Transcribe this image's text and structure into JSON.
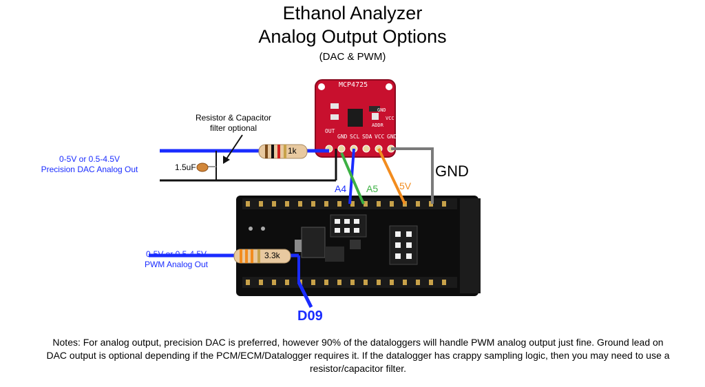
{
  "title": {
    "line1": "Ethanol Analyzer",
    "line2": "Analog Output Options",
    "line3": "(DAC & PWM)"
  },
  "dac_module": {
    "name": "MCP4725",
    "pins": [
      "OUT",
      "GND",
      "SCL",
      "SDA",
      "VCC",
      "GND"
    ],
    "side_labels": [
      "GND",
      "ADDR",
      "VCC"
    ],
    "color": "#c8102e"
  },
  "labels": {
    "filter_note_line1": "Resistor & Capacitor",
    "filter_note_line2": "filter optional",
    "resistor_dac": "1k",
    "capacitor": "1.5uF",
    "dac_out_line1": "0-5V or 0.5-4.5V",
    "dac_out_line2": "Precision DAC Analog Out",
    "a4": "A4",
    "a5": "A5",
    "v5": "5V",
    "gnd": "GND",
    "pwm_out_line1": "0-5V or 0.5-4.5V",
    "pwm_out_line2": "PWM Analog Out",
    "resistor_pwm": "3.3k",
    "d09": "D09"
  },
  "notes": {
    "text": "Notes:  For analog output, precision DAC is preferred, however 90% of the dataloggers will handle PWM analog output just fine.  Ground lead on DAC output is optional depending if the PCM/ECM/Datalogger requires it.  If the datalogger has crappy sampling logic, then you may need to use a resistor/capacitor filter."
  },
  "colors": {
    "signal_blue": "#1a2cff",
    "a5_green": "#3cb043",
    "v5_orange": "#f28c1e",
    "gnd_gray": "#7a7a7a",
    "board_black": "#111111"
  }
}
